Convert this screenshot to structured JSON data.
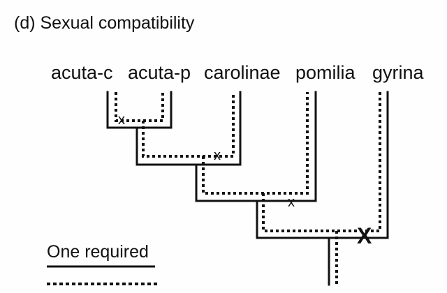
{
  "title": "(d) Sexual compatibility",
  "taxa": {
    "acuta_c": "acuta-c",
    "acuta_p": "acuta-p",
    "carolinae": "carolinae",
    "pomilia": "pomilia",
    "gyrina": "gyrina"
  },
  "incompatibility_marks": {
    "acuta": "x",
    "carolinae": "x",
    "pomilia": "x",
    "gyrina": "X"
  },
  "legend": {
    "solid_label": "One required"
  },
  "colors": {
    "line": "#111111",
    "background": "#fefefe"
  }
}
